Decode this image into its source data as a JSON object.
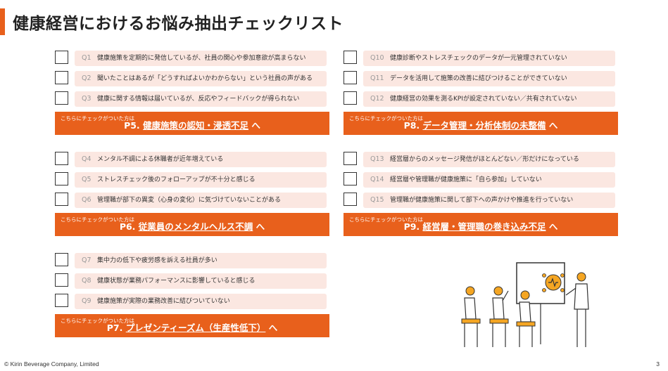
{
  "title": "健康経営におけるお悩み抽出チェックリスト",
  "cta_prompt": "こちらにチェックがついた方は",
  "groups": [
    {
      "questions": [
        {
          "num": "Q1",
          "text": "健康施策を定期的に発信しているが、社員の関心や参加意欲が高まらない"
        },
        {
          "num": "Q2",
          "text": "聞いたことはあるが「どうすればよいかわからない」という社員の声がある"
        },
        {
          "num": "Q3",
          "text": "健康に関する情報は届いているが、反応やフィードバックが得られない"
        }
      ],
      "cta": {
        "page": "P5.",
        "topic": "健康施策の認知・浸透不足",
        "arrow": "へ"
      }
    },
    {
      "questions": [
        {
          "num": "Q4",
          "text": "メンタル不調による休職者が近年増えている"
        },
        {
          "num": "Q5",
          "text": "ストレスチェック後のフォローアップが不十分と感じる"
        },
        {
          "num": "Q6",
          "text": "管理職が部下の異変（心身の変化）に気づけていないことがある"
        }
      ],
      "cta": {
        "page": "P6.",
        "topic": "従業員のメンタルヘルス不調",
        "arrow": "へ"
      }
    },
    {
      "questions": [
        {
          "num": "Q7",
          "text": "集中力の低下や疲労感を訴える社員が多い"
        },
        {
          "num": "Q8",
          "text": "健康状態が業務パフォーマンスに影響していると感じる"
        },
        {
          "num": "Q9",
          "text": "健康施策が実際の業務改善に結びついていない"
        }
      ],
      "cta": {
        "page": "P7.",
        "topic": "プレゼンティーズム（生産性低下）",
        "arrow": "へ"
      }
    },
    {
      "questions": [
        {
          "num": "Q10",
          "text": "健康診断やストレスチェックのデータが一元管理されていない"
        },
        {
          "num": "Q11",
          "text": "データを活用して施策の改善に結びつけることができていない"
        },
        {
          "num": "Q12",
          "text": "健康経営の効果を測るKPIが設定されていない／共有されていない"
        }
      ],
      "cta": {
        "page": "P8.",
        "topic": "データ管理・分析体制の未整備",
        "arrow": "へ"
      }
    },
    {
      "questions": [
        {
          "num": "Q13",
          "text": "経営層からのメッセージ発信がほとんどない／形だけになっている"
        },
        {
          "num": "Q14",
          "text": "経営層や管理職が健康施策に「自ら参加」していない"
        },
        {
          "num": "Q15",
          "text": "管理職が健康施策に関して部下への声かけや推進を行っていない"
        }
      ],
      "cta": {
        "page": "P9.",
        "topic": "経営層・管理職の巻き込み不足",
        "arrow": "へ"
      }
    }
  ],
  "footer": "© Kirin Beverage Company, Limited",
  "page_number": "3",
  "colors": {
    "accent": "#e8601c",
    "pill": "#fbe7e1"
  },
  "illustration_icon": "presentation-people-illustration"
}
